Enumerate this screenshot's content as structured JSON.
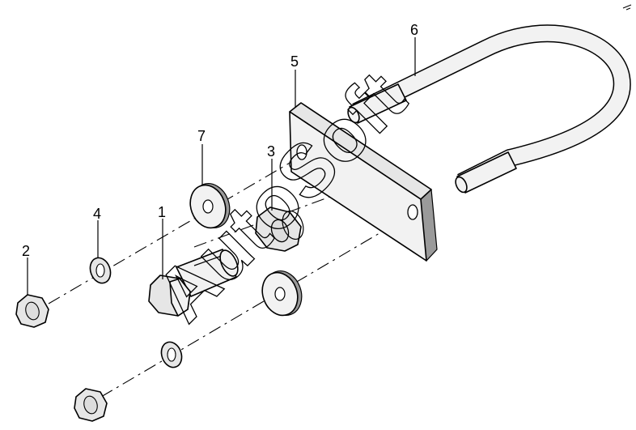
{
  "callouts": {
    "bolt": "1",
    "nut": "2",
    "lock_nut": "3",
    "spring_washer": "4",
    "plate": "5",
    "u_bolt": "6",
    "flat_washer": "7"
  },
  "watermark": "AutoSoft"
}
